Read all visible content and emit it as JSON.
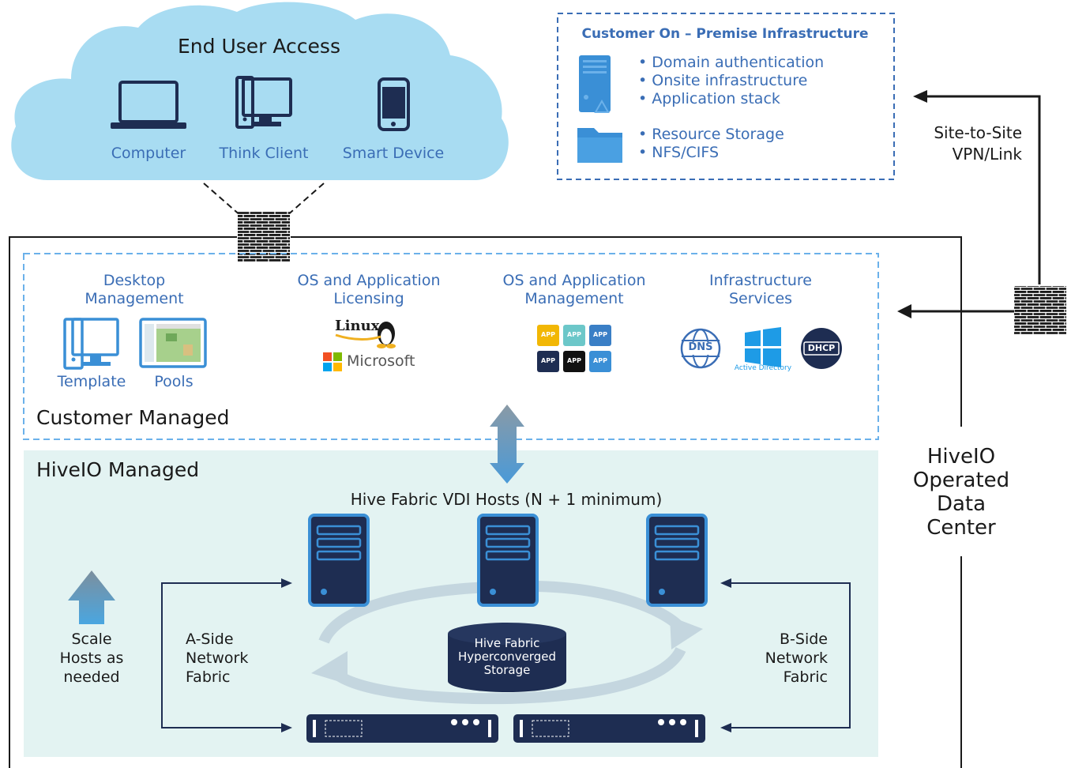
{
  "cloud": {
    "title": "End User Access",
    "devices": [
      {
        "label": "Computer",
        "icon": "laptop-icon"
      },
      {
        "label": "Think Client",
        "icon": "thin-client-icon"
      },
      {
        "label": "Smart Device",
        "icon": "smartphone-icon"
      }
    ]
  },
  "onprem": {
    "title": "Customer On – Premise Infrastructure",
    "server_bullets": [
      "• Domain authentication",
      "• Onsite infrastructure",
      "• Application stack"
    ],
    "storage_bullets": [
      "• Resource Storage",
      "• NFS/CIFS"
    ]
  },
  "vpn": {
    "line1": "Site-to-Site",
    "line2": "VPN/Link"
  },
  "customer_managed": {
    "label": "Customer Managed",
    "desktop": {
      "title1": "Desktop",
      "title2": "Management",
      "template": "Template",
      "pools": "Pools"
    },
    "licensing": {
      "title1": "OS and Application",
      "title2": "Licensing",
      "linux": "Linux",
      "microsoft": "Microsoft"
    },
    "app_mgmt": {
      "title1": "OS and Application",
      "title2": "Management",
      "app": "APP"
    },
    "infra": {
      "title1": "Infrastructure",
      "title2": "Services",
      "dns": "DNS",
      "ad": "Active Directory",
      "dhcp": "DHCP"
    }
  },
  "hiveio_managed": {
    "label": "HiveIO Managed",
    "hosts_title": "Hive Fabric VDI Hosts (N + 1 minimum)",
    "scale": [
      "Scale",
      "Hosts as",
      "needed"
    ],
    "a_side": [
      "A-Side",
      "Network",
      "Fabric"
    ],
    "b_side": [
      "B-Side",
      "Network",
      "Fabric"
    ],
    "storage": [
      "Hive Fabric",
      "Hyperconverged",
      "Storage"
    ]
  },
  "datacenter": [
    "HiveIO",
    "Operated",
    "Data",
    "Center"
  ],
  "colors": {
    "accent_blue": "#3a6db5",
    "cloud": "#a8dcf2",
    "hive_bg": "#e3f3f2",
    "navy": "#1e2d52"
  }
}
